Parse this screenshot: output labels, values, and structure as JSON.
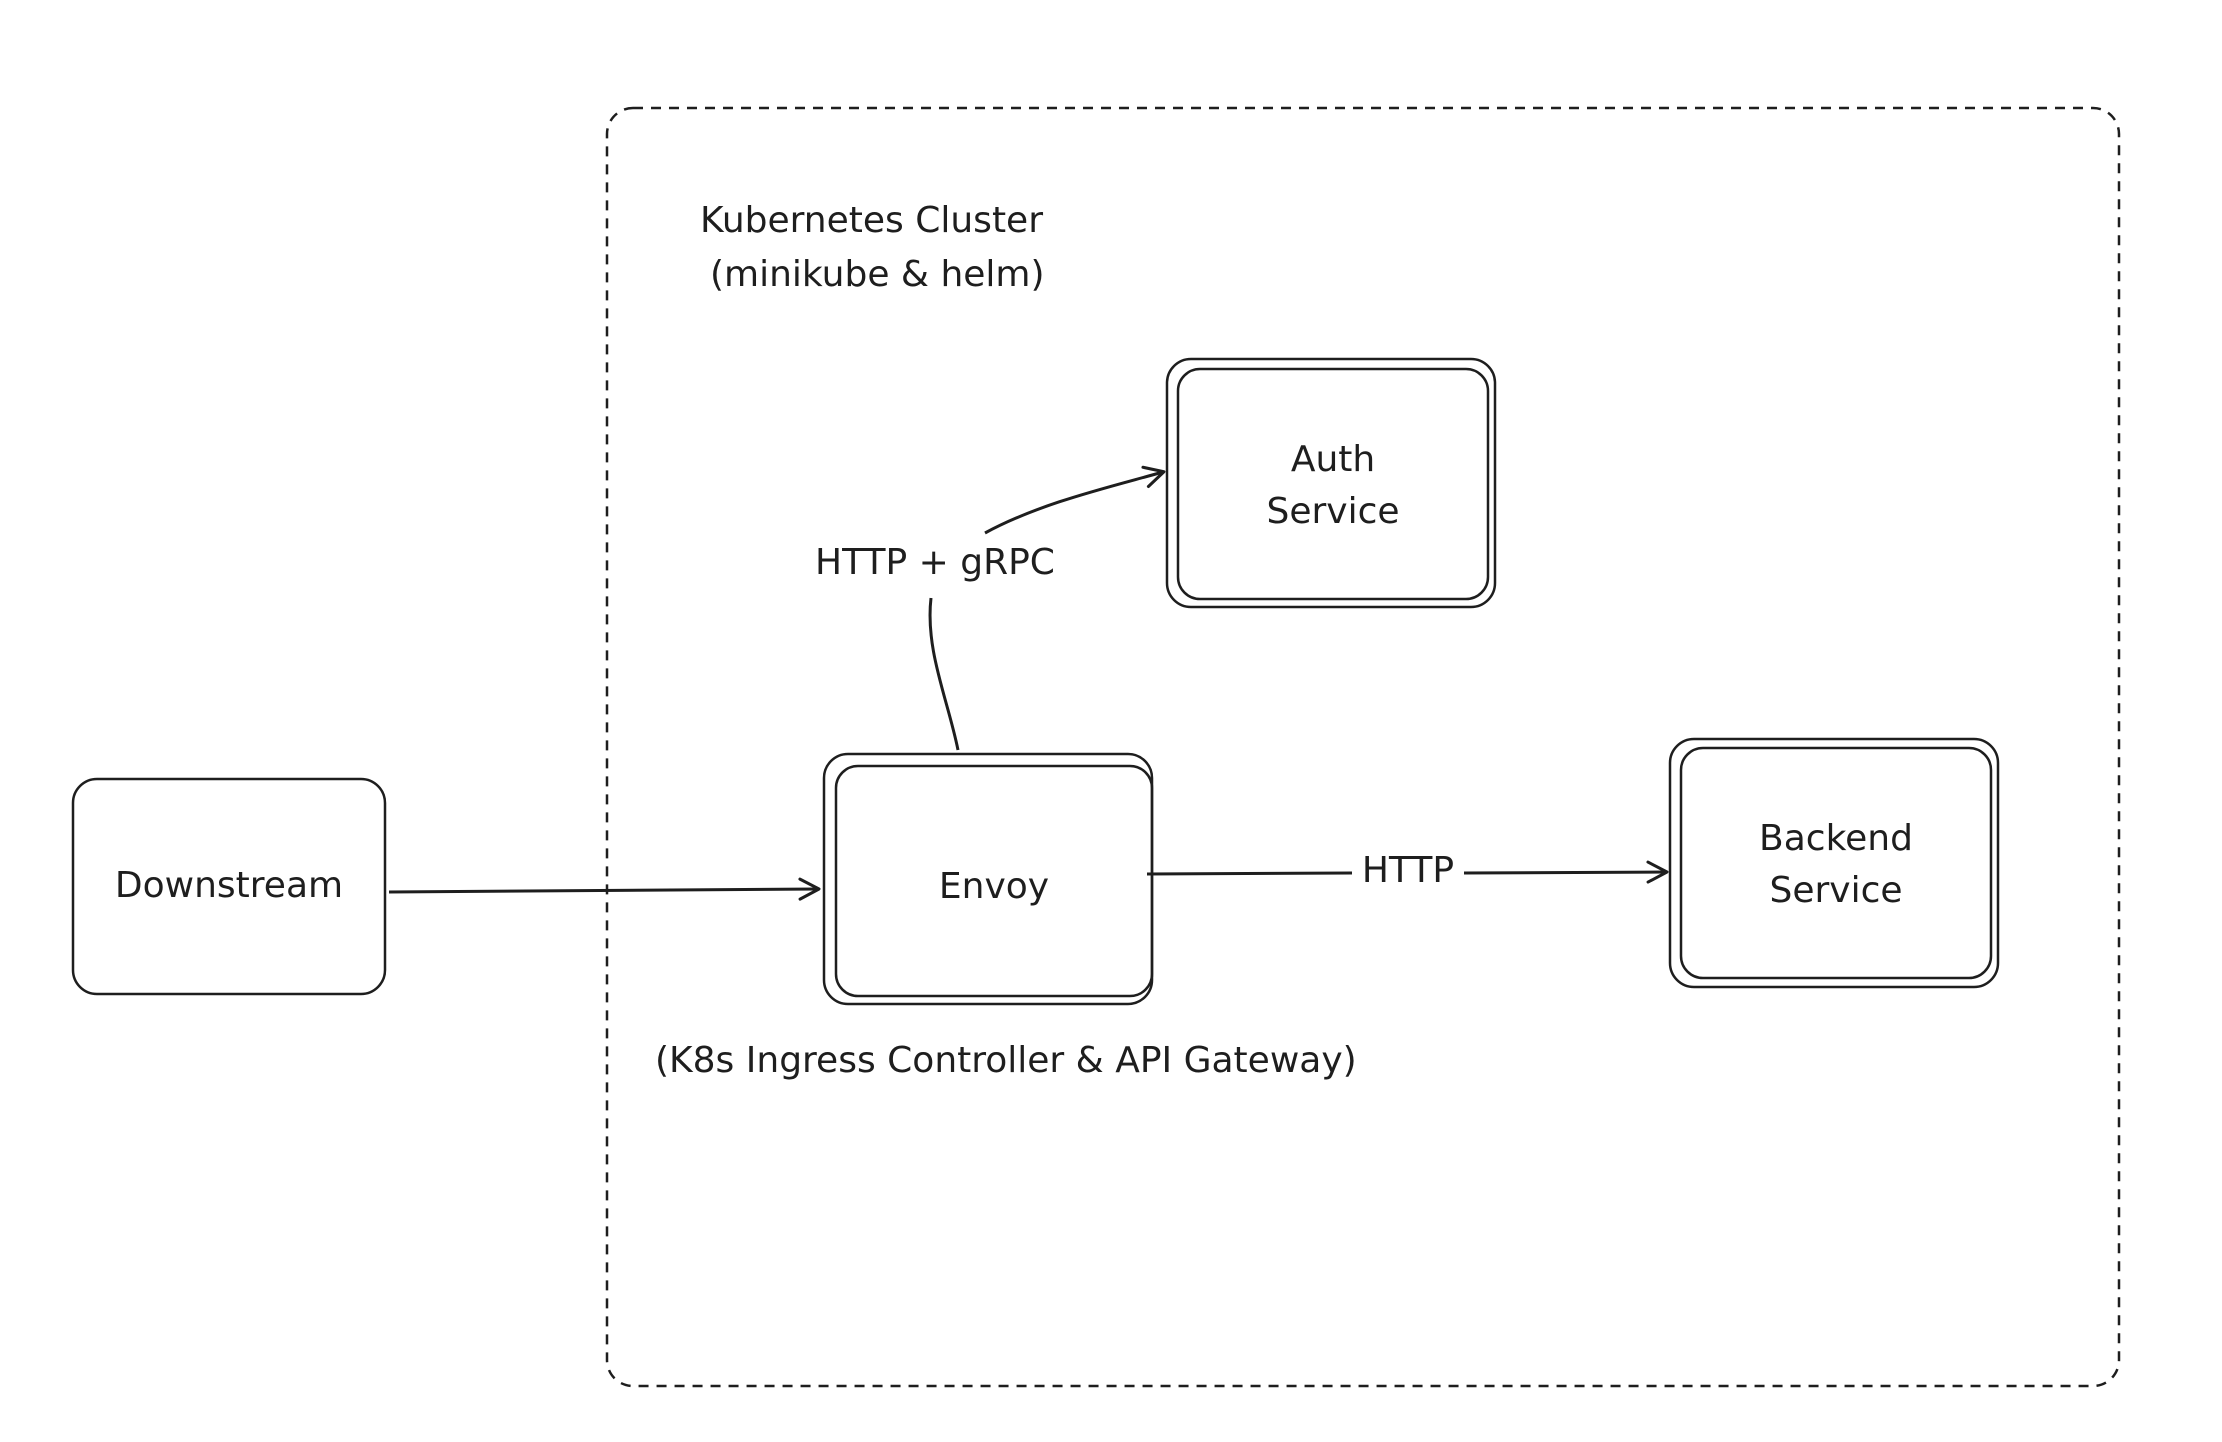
{
  "cluster": {
    "title_line1": "Kubernetes Cluster",
    "title_line2": "(minikube & helm)"
  },
  "nodes": {
    "downstream": {
      "label": "Downstream"
    },
    "envoy": {
      "label": "Envoy",
      "caption": "(K8s Ingress Controller & API Gateway)"
    },
    "auth": {
      "line1": "Auth",
      "line2": "Service"
    },
    "backend": {
      "line1": "Backend",
      "line2": "Service"
    }
  },
  "edges": {
    "envoy_to_auth": "HTTP + gRPC",
    "envoy_to_backend": "HTTP"
  },
  "colors": {
    "stroke": "#1e1e1e",
    "background": "#ffffff"
  }
}
